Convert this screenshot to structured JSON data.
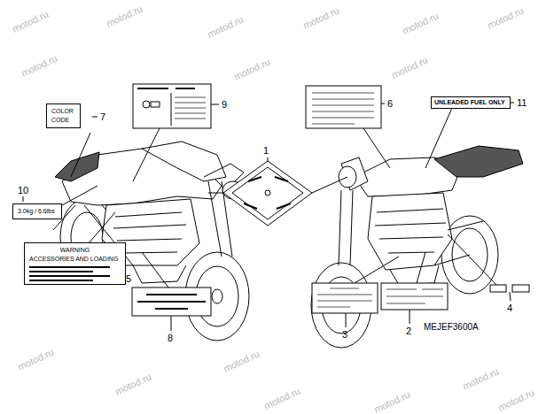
{
  "diagram": {
    "nodes": [
      {
        "text": [
          "COLOR",
          "CODE"
        ]
      },
      {
        "text": [
          "WARNING",
          "ACCESSORIES AND LOADING"
        ]
      },
      {
        "text": [
          "3.0kg / 6.6lbs"
        ]
      },
      {
        "text": [
          "UNLEADED FUEL ONLY"
        ]
      }
    ],
    "labels": [
      "7",
      "9",
      "1",
      "6",
      "11",
      "10",
      "5",
      "8",
      "3",
      "2",
      "4",
      "MEJEF3600A",
      "motod.ru",
      "motod.ru",
      "motod.ru",
      "motod.ru",
      "motod.ru",
      "motod.ru",
      "motod.ru",
      "motod.ru",
      "motod.ru",
      "motod.ru",
      "motod.ru",
      "motod.ru",
      "motod.ru",
      "motod.ru",
      "motod.ru",
      "motod.ru"
    ]
  }
}
